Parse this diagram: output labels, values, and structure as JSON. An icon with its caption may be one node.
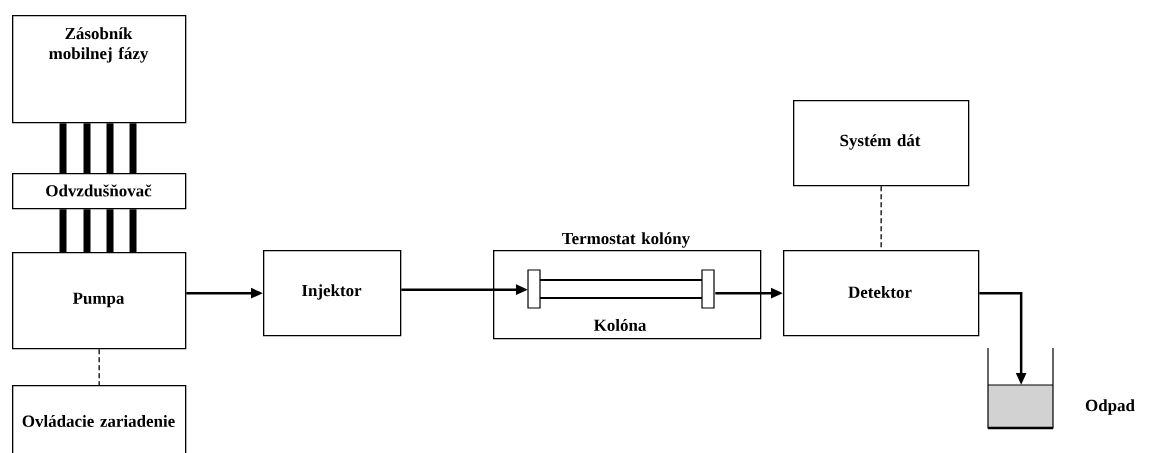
{
  "diagram": {
    "nodes": [
      {
        "text": [
          "Zásobník mobilnej fázy"
        ]
      },
      {
        "text": [
          "Odvzdušňovač"
        ]
      },
      {
        "text": [
          "Pumpa"
        ]
      },
      {
        "text": [
          "Ovládacie zariadenie"
        ]
      },
      {
        "text": [
          "Injektor"
        ]
      },
      {
        "text": [
          "Termostat kolóny"
        ]
      },
      {
        "text": [],
        "shape": "cylinder",
        "beside": [
          "Kolóna"
        ],
        "in": 5
      },
      {
        "text": [
          "Detektor"
        ]
      },
      {
        "text": [
          "Systém dát"
        ]
      },
      {
        "text": [],
        "shape": "box",
        "beside": [
          "Odpad"
        ]
      }
    ],
    "edges": [
      {
        "from": 0,
        "to": 1,
        "arrow": "none"
      },
      {
        "from": 0,
        "to": 1,
        "arrow": "none"
      },
      {
        "from": 0,
        "to": 1,
        "arrow": "none"
      },
      {
        "from": 0,
        "to": 1,
        "arrow": "none"
      },
      {
        "from": 1,
        "to": 2,
        "arrow": "none"
      },
      {
        "from": 1,
        "to": 2,
        "arrow": "none"
      },
      {
        "from": 1,
        "to": 2,
        "arrow": "none"
      },
      {
        "from": 1,
        "to": 2,
        "arrow": "none"
      },
      {
        "from": 2,
        "to": 4,
        "arrow": "to"
      },
      {
        "from": 4,
        "to": 6,
        "arrow": "to"
      },
      {
        "from": 6,
        "to": 7,
        "arrow": "to"
      },
      {
        "from": 7,
        "to": 9,
        "arrow": "to"
      },
      {
        "from": 2,
        "to": 3,
        "arrow": "none",
        "style": "dashed"
      },
      {
        "from": 8,
        "to": 7,
        "arrow": "none",
        "style": "dashed"
      }
    ]
  }
}
